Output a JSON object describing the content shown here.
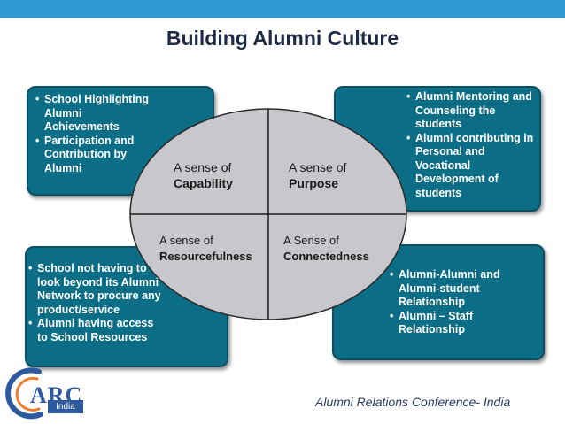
{
  "title": "Building Alumni Culture",
  "boxes": {
    "top_left": [
      "School Highlighting Alumni Achievements",
      "Participation and Contribution by Alumni"
    ],
    "top_right": [
      "Alumni Mentoring and Counseling the students",
      "Alumni contributing in Personal and Vocational Development of students"
    ],
    "bottom_left": [
      "School not having to look beyond its Alumni Network to procure any product/service",
      "Alumni having access to School Resources"
    ],
    "bottom_right": [
      "Alumni-Alumni and Alumni-student Relationship",
      "Alumni – Staff Relationship"
    ]
  },
  "quadrants": {
    "capability": {
      "line1": "A sense of",
      "line2": "Capability"
    },
    "purpose": {
      "line1": "A sense of",
      "line2": "Purpose"
    },
    "resourcefulness": {
      "line1": "A sense of",
      "line2": "Resourcefulness"
    },
    "connectedness": {
      "line1": "A Sense of",
      "line2": "Connectedness"
    }
  },
  "logo": {
    "name": "ARC",
    "sub": "India"
  },
  "footer": "Alumni Relations Conference- India",
  "colors": {
    "box_fill": "#0b6d86",
    "ellipse_fill": "#c8c8cc",
    "top_bar": "#2e9cd2"
  }
}
